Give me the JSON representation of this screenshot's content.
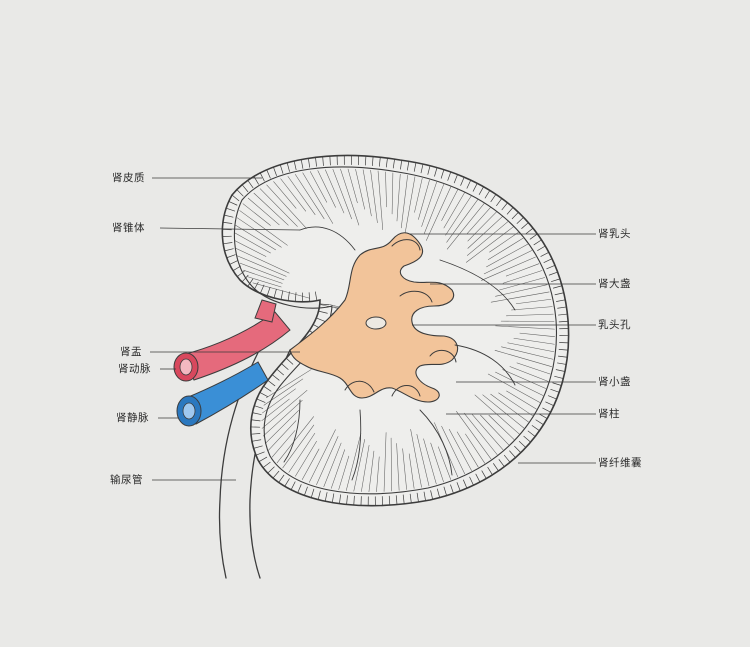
{
  "labels": {
    "renal_cortex": "肾皮质",
    "renal_column_body": "肾锥体",
    "renal_pelvis": "肾盂",
    "renal_artery": "肾动脉",
    "renal_vein": "肾静脉",
    "ureter": "输尿管",
    "renal_papilla": "肾乳头",
    "major_calyx": "肾大盏",
    "papillary_foramen": "乳头孔",
    "minor_calyx": "肾小盏",
    "renal_column": "肾柱",
    "fibrous_capsule": "肾纤维囊"
  },
  "colors": {
    "paper": "#e9e9e7",
    "pelvis_fill": "#f2c49a",
    "artery": "#e56a7c",
    "vein": "#3a8fd6",
    "pencil": "#3c3c3c"
  }
}
